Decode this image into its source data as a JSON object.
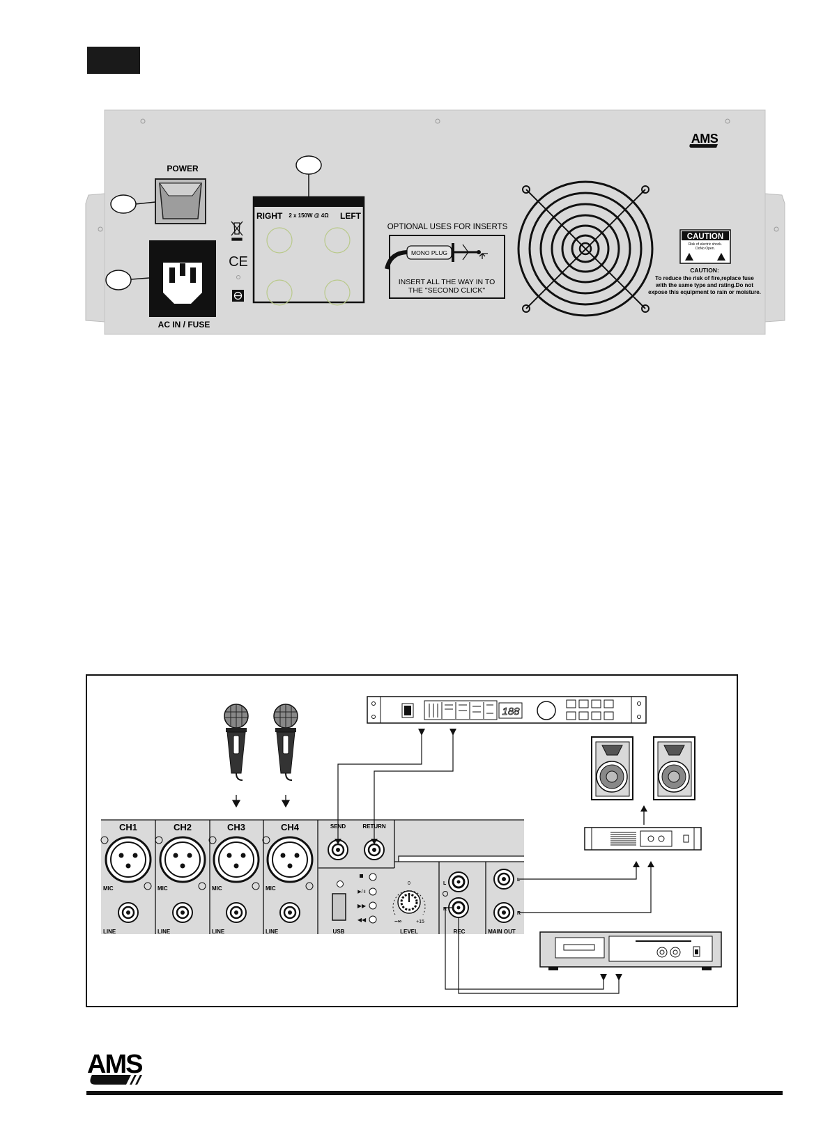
{
  "rear_panel": {
    "power_label": "POWER",
    "ac_label": "AC IN / FUSE",
    "speaker_out": {
      "right_label": "RIGHT",
      "rating": "2 x 150W @ 4Ω",
      "left_label": "LEFT"
    },
    "inserts": {
      "title": "OPTIONAL USES FOR INSERTS",
      "plug_label": "MONO PLUG",
      "instruction_line1": "INSERT ALL THE WAY IN TO",
      "instruction_line2": "THE \"SECOND CLICK\""
    },
    "brand": "AMS",
    "caution": {
      "badge": "CAUTION",
      "badge_sub1": "Risk of electric shock.",
      "badge_sub2": "DoNo Open.",
      "title": "CAUTION:",
      "line1": "To reduce the risk of fire,replace fuse",
      "line2": "with the same type and rating.Do not",
      "line3": "expose this equipment to rain or moisture."
    }
  },
  "connection_diagram": {
    "effects_display": "188",
    "channels": [
      "CH1",
      "CH2",
      "CH3",
      "CH4"
    ],
    "mic_label": "MIC",
    "line_label": "LINE",
    "send_label": "SEND",
    "return_label": "RETURN",
    "usb_label": "USB",
    "level_label": "LEVEL",
    "level_min": "−∞",
    "level_max": "+15",
    "level_zero": "0",
    "rec_label": "REC",
    "main_out_label": "MAIN OUT",
    "l_label": "L",
    "r_label": "R"
  },
  "footer": {
    "brand": "AMS"
  },
  "colors": {
    "panel_bg": "#d9d9d9",
    "ink": "#1a1a1a",
    "jack_ring": "#c8d6a0"
  }
}
